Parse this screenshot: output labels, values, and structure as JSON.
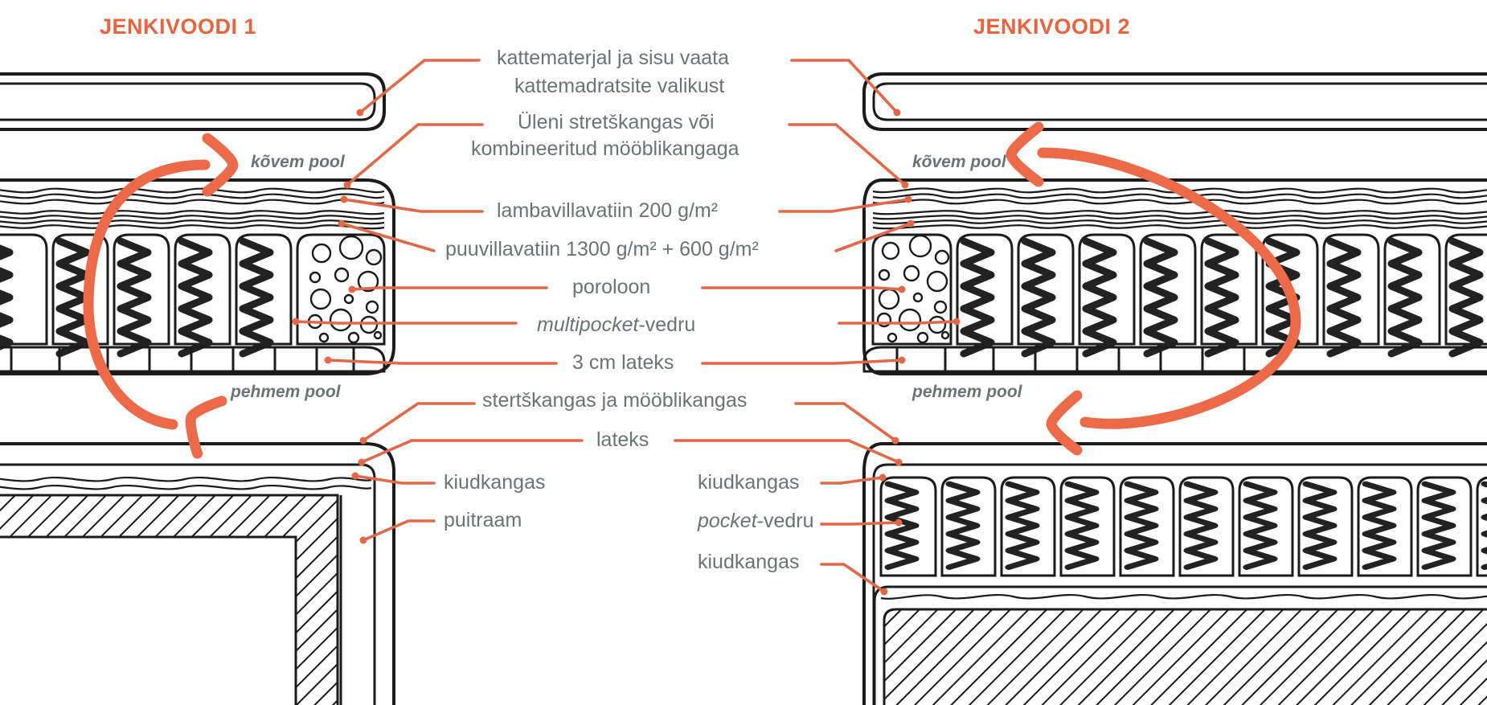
{
  "page": {
    "background": "#ffffff",
    "accent": "#e9633f",
    "text_color": "#6d7275",
    "ink_color": "#1b1b1b"
  },
  "titles": {
    "left": "JENKIVOODI 1",
    "right": "JENKIVOODI 2"
  },
  "side_labels": {
    "left_firm": "kõvem pool",
    "left_soft": "pehmem pool",
    "right_firm": "kõvem pool",
    "right_soft": "pehmem pool"
  },
  "center_labels": [
    {
      "id": "cover",
      "line1": "kattematerjal ja sisu vaata",
      "line2": "kattemadratsite valikust"
    },
    {
      "id": "stretch",
      "line1": "Üleni stretškangas või",
      "line2": "kombineeritud mööblikangaga"
    },
    {
      "id": "wool",
      "line1": "lambavillavatiin 200 g/m²"
    },
    {
      "id": "cotton",
      "line1": "puuvillavatiin 1300 g/m² + 600 g/m²"
    },
    {
      "id": "foam",
      "line1": "poroloon"
    },
    {
      "id": "multipocket",
      "italic_part": "multipocket",
      "rest": "-vedru"
    },
    {
      "id": "latex3",
      "line1": "3 cm lateks"
    },
    {
      "id": "stretch_furniture",
      "line1": "stertškangas ja mööblikangas"
    },
    {
      "id": "latex",
      "line1": "lateks"
    }
  ],
  "lower_left_labels": [
    {
      "id": "fibre-left",
      "text": "kiudkangas"
    },
    {
      "id": "wood-frame",
      "text": "puitraam"
    }
  ],
  "lower_right_labels": [
    {
      "id": "fibre-right-top",
      "text": "kiudkangas"
    },
    {
      "id": "pocket",
      "italic_part": "pocket",
      "rest": "-vedru"
    },
    {
      "id": "fibre-right-bottom",
      "text": "kiudkangas"
    }
  ]
}
